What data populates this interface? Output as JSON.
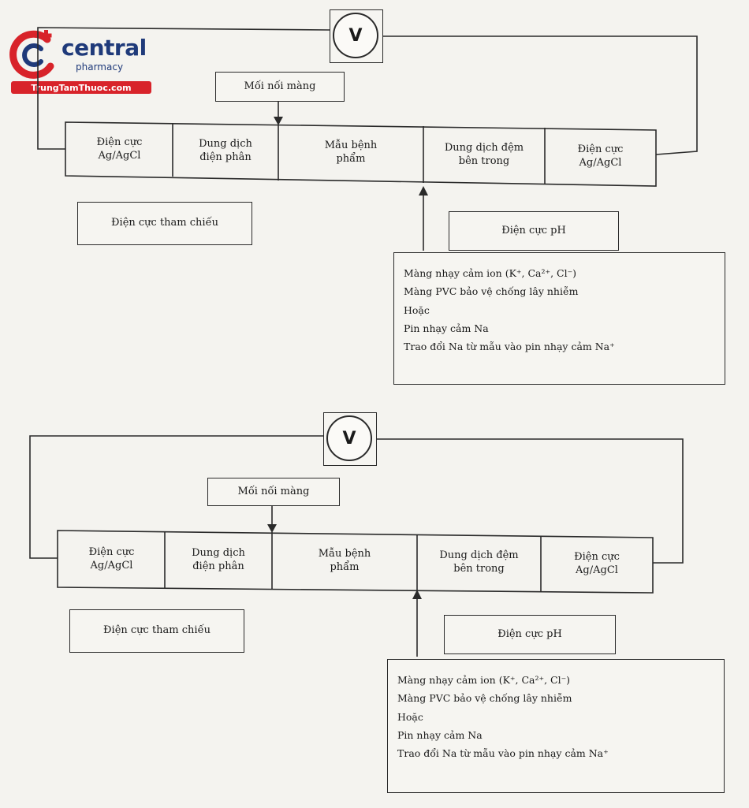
{
  "logo": {
    "brand": "central",
    "sub": "pharmacy",
    "url": "TrungTamThuoc.com",
    "colors": {
      "navy": "#1f3a7a",
      "red": "#d8232a"
    }
  },
  "diagrams": [
    {
      "voltmeter": "V",
      "junction": "Mối nối màng",
      "cells": [
        {
          "line1": "Điện cực",
          "line2": "Ag/AgCl"
        },
        {
          "line1": "Dung dịch",
          "line2": "điện phân"
        },
        {
          "line1": "Mẫu bệnh",
          "line2": "phẩm"
        },
        {
          "line1": "Dung dịch đệm",
          "line2": "bên trong"
        },
        {
          "line1": "Điện cực",
          "line2": "Ag/AgCl"
        }
      ],
      "reference_label": "Điện cực tham chiếu",
      "ph_label": "Điện cực pH",
      "notes": [
        "Màng nhạy cảm ion (K⁺, Ca²⁺, Cl⁻)",
        "Màng PVC bảo vệ chống lây nhiễm",
        "Hoặc",
        "Pin nhạy cảm Na",
        "Trao đổi Na từ mẫu vào pin nhạy cảm Na⁺"
      ]
    },
    {
      "voltmeter": "V",
      "junction": "Mối nối màng",
      "cells": [
        {
          "line1": "Điện cực",
          "line2": "Ag/AgCl"
        },
        {
          "line1": "Dung dịch",
          "line2": "điện phân"
        },
        {
          "line1": "Mẫu bệnh",
          "line2": "phẩm"
        },
        {
          "line1": "Dung dịch đệm",
          "line2": "bên trong"
        },
        {
          "line1": "Điện cực",
          "line2": "Ag/AgCl"
        }
      ],
      "reference_label": "Điện cực tham chiếu",
      "ph_label": "Điện cực pH",
      "notes": [
        "Màng nhạy cảm ion (K⁺, Ca²⁺, Cl⁻)",
        "Màng PVC bảo vệ chống lây nhiễm",
        "Hoặc",
        "Pin nhạy cảm Na",
        "Trao đổi Na từ mẫu vào pin nhạy cảm Na⁺"
      ]
    }
  ]
}
